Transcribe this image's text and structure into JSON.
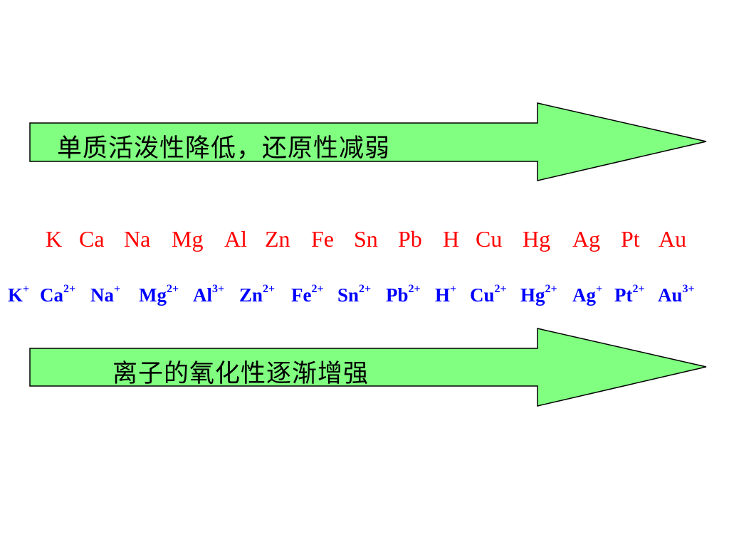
{
  "arrow_top": {
    "label": "单质活泼性降低，还原性减弱",
    "fill_color": "#80ff80"
  },
  "arrow_bottom": {
    "label": "离子的氧化性逐渐增强",
    "fill_color": "#80ff80"
  },
  "metals": [
    "K",
    "Ca",
    "Na",
    "Mg",
    "Al",
    "Zn",
    "Fe",
    "Sn",
    "Pb",
    "H",
    "Cu",
    "Hg",
    "Ag",
    "Pt",
    "Au"
  ],
  "ions": [
    {
      "symbol": "K",
      "charge": "+"
    },
    {
      "symbol": "Ca",
      "charge": "2+"
    },
    {
      "symbol": "Na",
      "charge": "+"
    },
    {
      "symbol": "Mg",
      "charge": "2+"
    },
    {
      "symbol": "Al",
      "charge": "3+"
    },
    {
      "symbol": "Zn",
      "charge": "2+"
    },
    {
      "symbol": "Fe",
      "charge": "2+"
    },
    {
      "symbol": "Sn",
      "charge": "2+"
    },
    {
      "symbol": "Pb",
      "charge": "2+"
    },
    {
      "symbol": "H",
      "charge": "+"
    },
    {
      "symbol": "Cu",
      "charge": "2+"
    },
    {
      "symbol": "Hg",
      "charge": "2+"
    },
    {
      "symbol": "Ag",
      "charge": "+"
    },
    {
      "symbol": "Pt",
      "charge": "2+"
    },
    {
      "symbol": "Au",
      "charge": "3+"
    }
  ],
  "colors": {
    "metal_text": "#ff0000",
    "ion_text": "#0000ff"
  }
}
